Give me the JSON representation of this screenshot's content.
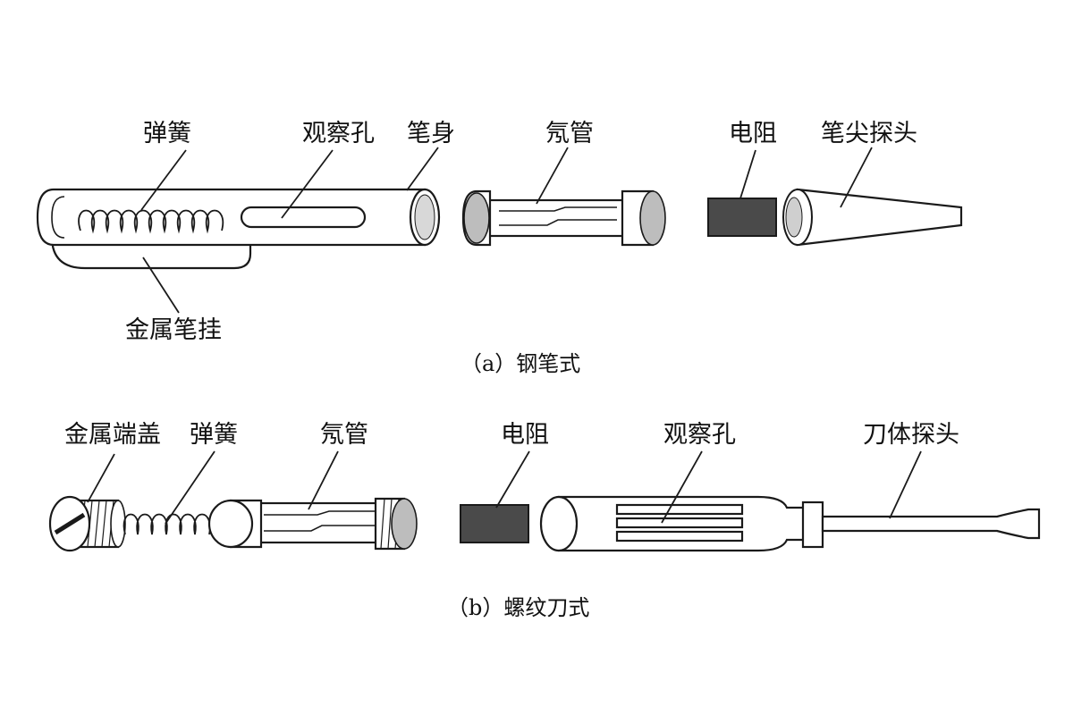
{
  "diagram_a": {
    "labels": {
      "spring": "弹簧",
      "window": "观察孔",
      "pen_body": "笔身",
      "neon_tube": "氖管",
      "resistor": "电阻",
      "probe_tip": "笔尖探头",
      "metal_clip": "金属笔挂"
    },
    "caption": "（a）钢笔式"
  },
  "diagram_b": {
    "labels": {
      "metal_cap": "金属端盖",
      "spring": "弹簧",
      "neon_tube": "氖管",
      "resistor": "电阻",
      "window": "观察孔",
      "blade_probe": "刀体探头"
    },
    "caption": "（b）螺纹刀式"
  }
}
